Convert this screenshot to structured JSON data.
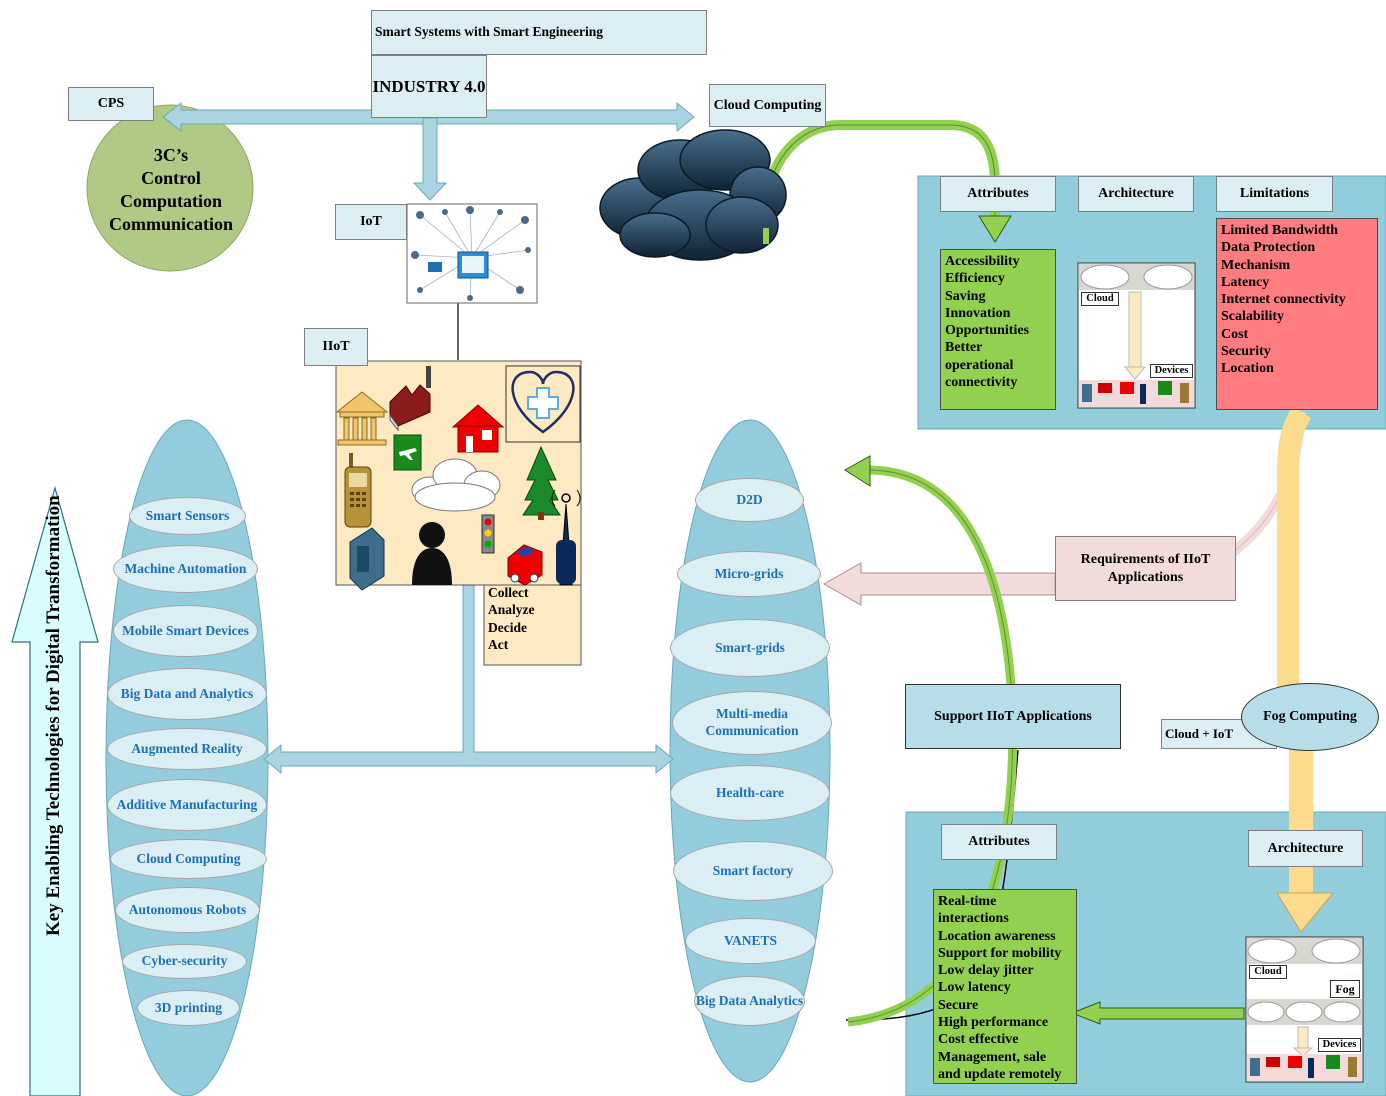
{
  "header": {
    "smart_systems": "Smart Systems with Smart Engineering",
    "industry": "INDUSTRY 4.0"
  },
  "cps": {
    "label": "CPS",
    "circle_lines": [
      "3C’s",
      "Control",
      "Computation",
      "Communication"
    ]
  },
  "cloud_computing": {
    "label": "Cloud Computing"
  },
  "iot": {
    "label": "IoT"
  },
  "iiot": {
    "label": "IIoT",
    "steps": [
      "Collect",
      "Analyze",
      "Decide",
      "Act"
    ]
  },
  "cloud_panel": {
    "tabs": [
      "Attributes",
      "Architecture",
      "Limitations"
    ],
    "attributes": [
      "Accessibility",
      "Efficiency",
      "Saving",
      "Innovation",
      "Opportunities",
      "Better",
      "operational",
      "connectivity"
    ],
    "limitations": [
      "Limited Bandwidth",
      "Data Protection",
      "Mechanism",
      "Latency",
      "Internet connectivity",
      "Scalability",
      "Cost",
      "Security",
      "Location"
    ],
    "arch_labels": {
      "cloud": "Cloud",
      "devices": "Devices"
    }
  },
  "requirements": {
    "label": "Requirements of IIoT Applications"
  },
  "support": {
    "label": "Support IIoT Applications"
  },
  "fog": {
    "label": "Fog Computing",
    "cloud_iot": "Cloud + IoT"
  },
  "fog_panel": {
    "tabs": [
      "Attributes",
      "Architecture"
    ],
    "attributes": [
      "Real-time",
      "interactions",
      "Location awareness",
      "Support for mobility",
      "Low delay jitter",
      "Low latency",
      "Secure",
      "High performance",
      "Cost effective",
      "Management, sale",
      "and update remotely"
    ],
    "arch_labels": {
      "cloud": "Cloud",
      "fog": "Fog",
      "devices": "Devices"
    }
  },
  "key_technologies": {
    "title": "Key Enabling Technologies for Digital Transformation",
    "items": [
      "Smart Sensors",
      "Machine Automation",
      "Mobile Smart Devices",
      "Big Data and Analytics",
      "Augmented Reality",
      "Additive Manufacturing",
      "Cloud Computing",
      "Autonomous Robots",
      "Cyber-security",
      "3D printing"
    ]
  },
  "applications": {
    "items": [
      "D2D",
      "Micro-grids",
      "Smart-grids",
      "Multi-media Communication",
      "Health-care",
      "Smart factory",
      "VANETS",
      "Big Data Analytics"
    ]
  },
  "colors": {
    "light_blue": "#daeef3",
    "panel_blue": "#92cddc",
    "column_blue": "#93cddd",
    "green": "#92d050",
    "red": "#ff7c80",
    "pink": "#f2dcdb",
    "peach": "#fde9c2",
    "yellow_arrow": "#fcdc8c",
    "sage": "#b0c985",
    "text_blue": "#1f6fb5"
  },
  "icons": [
    "cloud-icon",
    "iot-network-icon",
    "factory-icon",
    "bank-icon",
    "house-icon",
    "heart-plus-icon",
    "phone-icon",
    "tree-icon",
    "antenna-icon",
    "traffic-light-icon",
    "person-icon",
    "car-icon",
    "airplane-sign-icon"
  ]
}
